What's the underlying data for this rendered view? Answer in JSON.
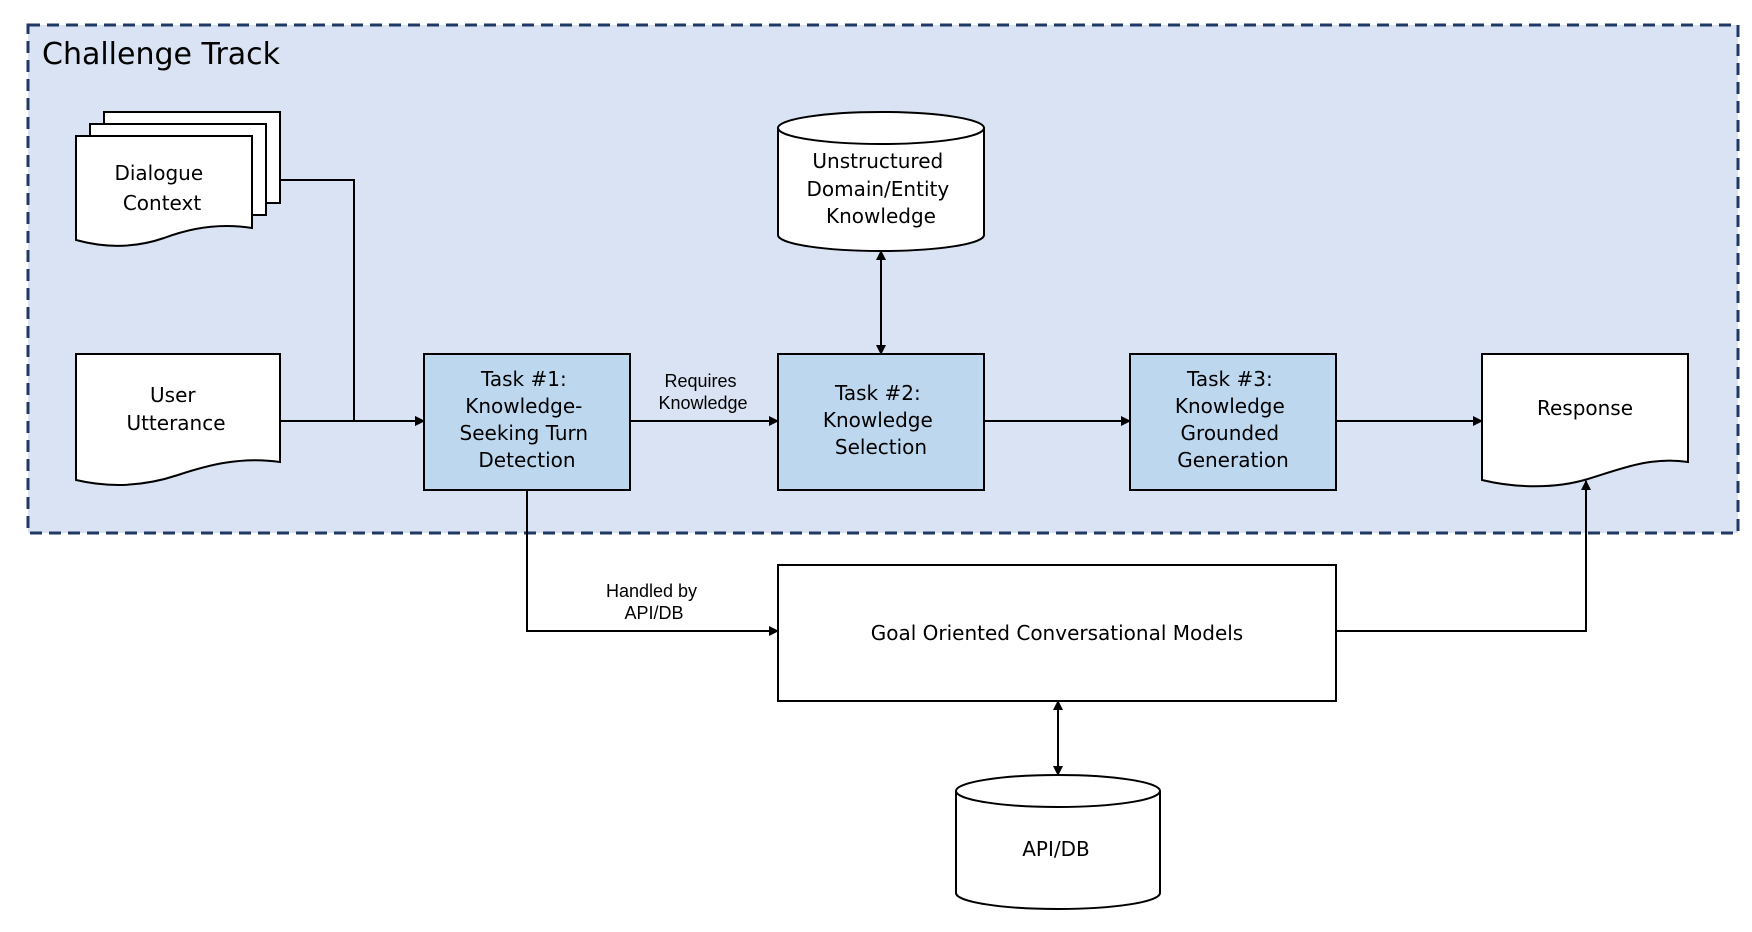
{
  "colors": {
    "track_fill": "#dae3f3",
    "track_border": "#1f3864",
    "task_fill": "#bdd7ee",
    "shape_fill": "#ffffff",
    "stroke": "#000000"
  },
  "track": {
    "title": "Challenge Track"
  },
  "nodes": {
    "dialogue_context": {
      "lines": [
        "Dialogue",
        "Context"
      ]
    },
    "user_utterance": {
      "lines": [
        "User",
        "Utterance"
      ]
    },
    "task1": {
      "lines": [
        "Task #1:",
        "Knowledge-",
        "Seeking Turn",
        "Detection"
      ]
    },
    "task2": {
      "lines": [
        "Task #2:",
        "Knowledge",
        "Selection"
      ]
    },
    "task3": {
      "lines": [
        "Task #3:",
        "Knowledge",
        "Grounded",
        "Generation"
      ]
    },
    "response": {
      "lines": [
        "Response"
      ]
    },
    "knowledge_db": {
      "lines": [
        "Unstructured",
        "Domain/Entity",
        "Knowledge"
      ]
    },
    "goal_model": {
      "lines": [
        "Goal Oriented Conversational Models"
      ]
    },
    "api_db": {
      "lines": [
        "API/DB"
      ]
    }
  },
  "edge_labels": {
    "requires": [
      "Requires",
      "Knowledge"
    ],
    "handled": [
      "Handled by",
      "API/DB"
    ]
  }
}
